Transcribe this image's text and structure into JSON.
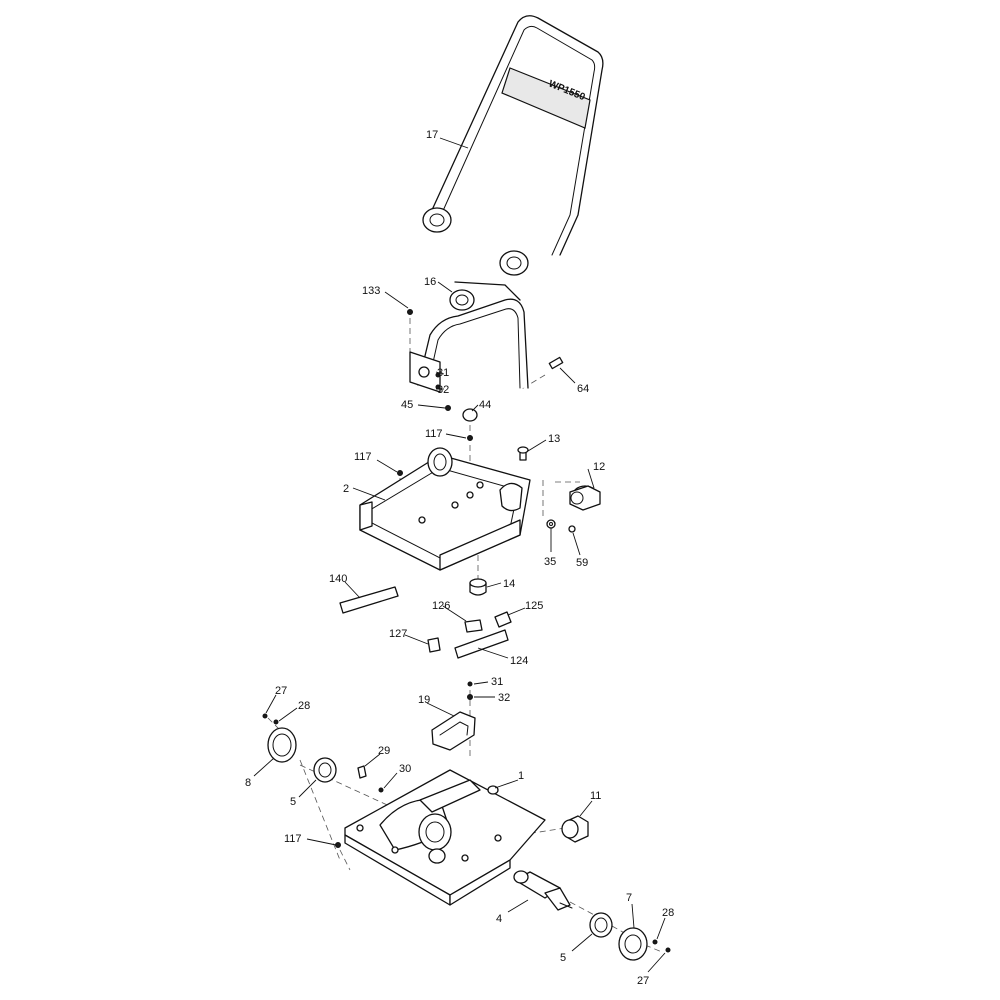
{
  "diagram": {
    "handle_brand_text": "WP1550",
    "callouts": {
      "c17": "17",
      "c16": "16",
      "c133": "133",
      "c31a": "31",
      "c32a": "32",
      "c64": "64",
      "c45": "45",
      "c44": "44",
      "c117a": "117",
      "c13": "13",
      "c117b": "117",
      "c12": "12",
      "c2": "2",
      "c35": "35",
      "c59": "59",
      "c140": "140",
      "c14": "14",
      "c126": "126",
      "c125": "125",
      "c127": "127",
      "c124": "124",
      "c27a": "27",
      "c28a": "28",
      "c31b": "31",
      "c32b": "32",
      "c19": "19",
      "c8": "8",
      "c29": "29",
      "c5a": "5",
      "c30": "30",
      "c1": "1",
      "c11": "11",
      "c117c": "117",
      "c4": "4",
      "c7": "7",
      "c28b": "28",
      "c5b": "5",
      "c27b": "27"
    }
  }
}
